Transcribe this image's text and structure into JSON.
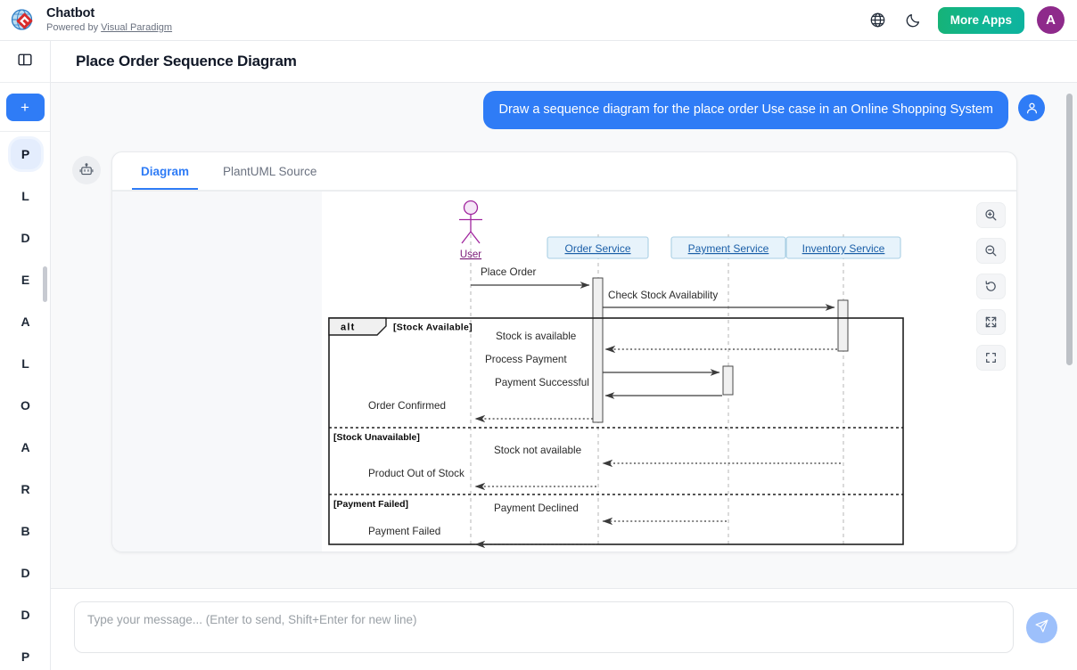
{
  "app": {
    "title": "Chatbot",
    "powered_by_prefix": "Powered by ",
    "powered_by_link": "Visual Paradigm",
    "logo_icon": "visual-paradigm-globe-logo"
  },
  "topbar": {
    "language_icon": "globe-icon",
    "theme_icon": "moon-icon",
    "more_apps_label": "More Apps",
    "avatar_initial": "A",
    "avatar_color": "#8e2a8b",
    "accent_green": "#0fb58a"
  },
  "sidebar": {
    "toggle_icon": "panel-toggle-icon",
    "new_chat_label": "+",
    "accent_blue": "#2f7cf6",
    "items": [
      {
        "label": "P",
        "active": true
      },
      {
        "label": "L",
        "active": false
      },
      {
        "label": "D",
        "active": false
      },
      {
        "label": "E",
        "active": false
      },
      {
        "label": "A",
        "active": false
      },
      {
        "label": "L",
        "active": false
      },
      {
        "label": "O",
        "active": false
      },
      {
        "label": "A",
        "active": false
      },
      {
        "label": "R",
        "active": false
      },
      {
        "label": "B",
        "active": false
      },
      {
        "label": "D",
        "active": false
      },
      {
        "label": "D",
        "active": false
      },
      {
        "label": "P",
        "active": false
      }
    ]
  },
  "header": {
    "title": "Place Order Sequence Diagram"
  },
  "conversation": {
    "user_avatar_icon": "person-icon",
    "user_message": "Draw a sequence diagram for the place order Use case in an Online Shopping System",
    "bot_avatar_icon": "robot-icon"
  },
  "diagram_panel": {
    "tabs": [
      {
        "label": "Diagram",
        "active": true
      },
      {
        "label": "PlantUML Source",
        "active": false
      }
    ],
    "tools": [
      {
        "name": "zoom-in-icon"
      },
      {
        "name": "zoom-out-icon"
      },
      {
        "name": "reset-rotate-icon"
      },
      {
        "name": "fit-expand-icon"
      },
      {
        "name": "fullscreen-icon"
      }
    ]
  },
  "diagram": {
    "type": "uml-sequence",
    "actor": {
      "label": "User",
      "color": "#a0259e"
    },
    "participants": [
      {
        "label": "Order Service"
      },
      {
        "label": "Payment Service"
      },
      {
        "label": "Inventory Service"
      }
    ],
    "participant_fill": "#e7f3fb",
    "participant_stroke": "#a9cfe4",
    "participant_text": "#1b5fa8",
    "messages": [
      {
        "text": "Place Order",
        "from": "User",
        "to": "Order Service",
        "style": "solid"
      },
      {
        "text": "Check Stock Availability",
        "from": "Order Service",
        "to": "Inventory Service",
        "style": "solid"
      },
      {
        "text": "Stock is available",
        "from": "Inventory Service",
        "to": "Order Service",
        "style": "dotted"
      },
      {
        "text": "Process Payment",
        "from": "Order Service",
        "to": "Payment Service",
        "style": "solid"
      },
      {
        "text": "Payment Successful",
        "from": "Payment Service",
        "to": "Order Service",
        "style": "solid"
      },
      {
        "text": "Order Confirmed",
        "from": "Order Service",
        "to": "User",
        "style": "dotted"
      },
      {
        "text": "Stock not available",
        "from": "Inventory Service",
        "to": "Order Service",
        "style": "dotted"
      },
      {
        "text": "Product Out of Stock",
        "from": "Order Service",
        "to": "User",
        "style": "dotted"
      },
      {
        "text": "Payment Declined",
        "from": "Payment Service",
        "to": "Order Service",
        "style": "dotted"
      },
      {
        "text": "Payment Failed",
        "from": "Order Service",
        "to": "User",
        "style": "dotted"
      }
    ],
    "fragment": {
      "operator": "alt",
      "guards": [
        "[Stock Available]",
        "[Stock Unavailable]",
        "[Payment Failed]"
      ]
    }
  },
  "composer": {
    "placeholder": "Type your message... (Enter to send, Shift+Enter for new line)",
    "value": "",
    "send_icon": "send-paper-plane-icon"
  }
}
